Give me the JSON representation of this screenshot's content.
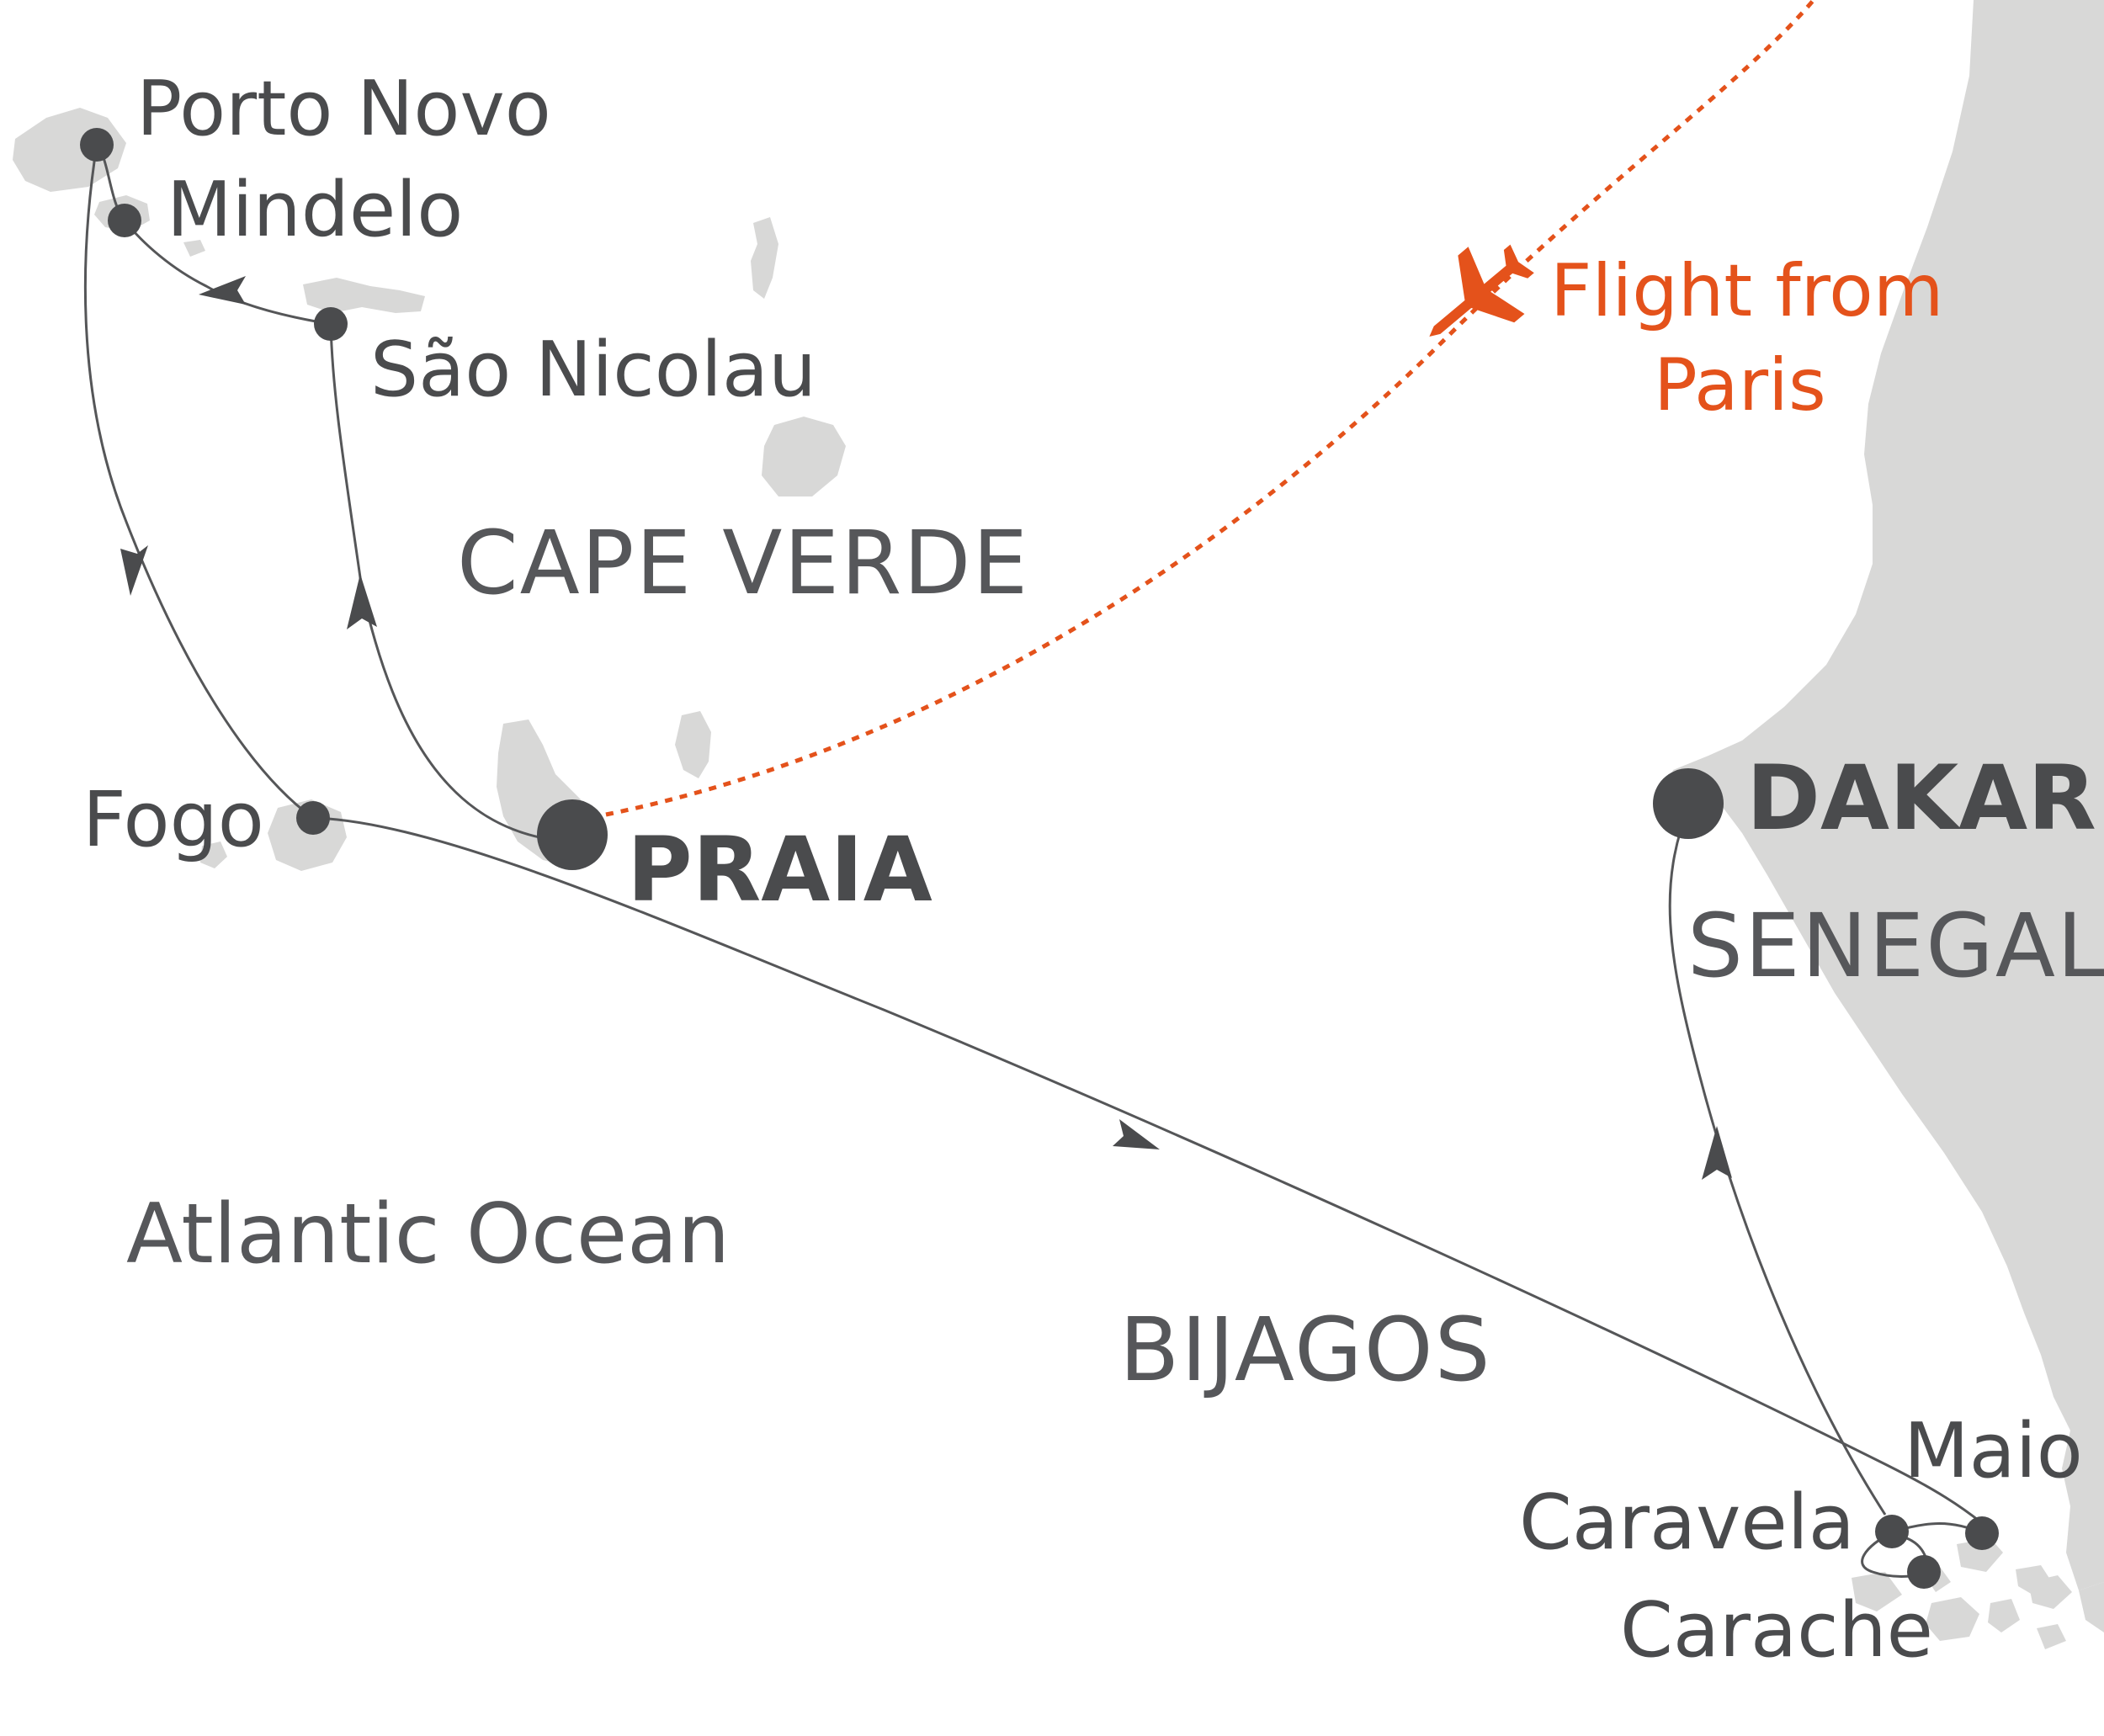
{
  "map": {
    "ports": [
      {
        "id": "porto-novo",
        "label": "Porto Novo"
      },
      {
        "id": "mindelo",
        "label": "Mindelo"
      },
      {
        "id": "sao-nicolau",
        "label": "São Nicolau"
      },
      {
        "id": "fogo",
        "label": "Fogo"
      },
      {
        "id": "praia",
        "label": "PRAIA"
      },
      {
        "id": "dakar",
        "label": "DAKAR"
      },
      {
        "id": "maio",
        "label": "Maio"
      },
      {
        "id": "caravela",
        "label": "Caravela"
      },
      {
        "id": "carache",
        "label": "Carache"
      }
    ],
    "regions": {
      "cape_verde": "CAPE VERDE",
      "senegal": "SENEGAL",
      "bijagos": "BIJAGOS",
      "ocean": "Atlantic Ocean"
    },
    "flight": {
      "line1": "Flight from",
      "line2": "Paris",
      "icon": "airplane-icon"
    },
    "colors": {
      "land": "#d8d8d7",
      "route": "#555658",
      "stop": "#4a4b4d",
      "text": "#4a4b4d",
      "flight": "#e4521b",
      "background": "#ffffff"
    }
  }
}
